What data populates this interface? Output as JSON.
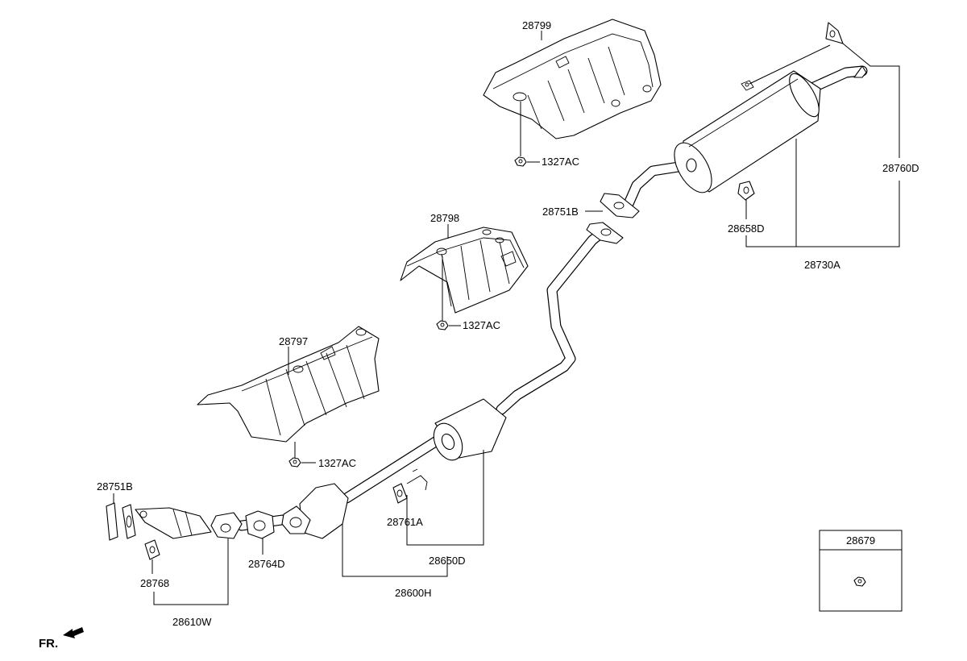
{
  "labels": {
    "p28799": "28799",
    "p1327ac_top": "1327AC",
    "p28798": "28798",
    "p1327ac_mid": "1327AC",
    "p28797": "28797",
    "p1327ac_low": "1327AC",
    "p28751b_right": "28751B",
    "p28658d": "28658D",
    "p28760d": "28760D",
    "p28730a": "28730A",
    "p28751b_left": "28751B",
    "p28768": "28768",
    "p28610w": "28610W",
    "p28764d": "28764D",
    "p28761a": "28761A",
    "p28650d": "28650D",
    "p28600h": "28600H",
    "p28679": "28679",
    "front": "FR."
  },
  "icons": {
    "front_arrow": "front-direction-arrow-icon"
  }
}
